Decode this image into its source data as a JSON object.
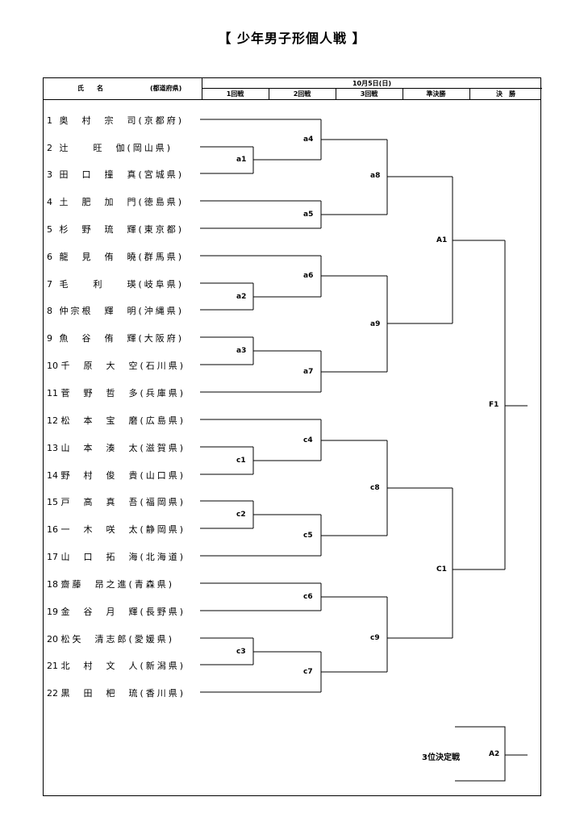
{
  "title": "【 少年男子形個人戦 】",
  "header": {
    "col_name": "氏　　名",
    "col_pref": "(都道府県)",
    "date": "10月5日(日)",
    "rounds": [
      "1回戦",
      "2回戦",
      "3回戦",
      "準決勝",
      "決　勝"
    ]
  },
  "players": [
    {
      "no": "1",
      "name": "奥　村　宗　司",
      "pref": "(京都府)"
    },
    {
      "no": "2",
      "name": "辻　　旺　伽",
      "pref": "(岡山県)"
    },
    {
      "no": "3",
      "name": "田　口　撞　真",
      "pref": "(宮城県)"
    },
    {
      "no": "4",
      "name": "土　肥　加　門",
      "pref": "(徳島県)"
    },
    {
      "no": "5",
      "name": "杉　野　琉　輝",
      "pref": "(東京都)"
    },
    {
      "no": "6",
      "name": "龍　見　侑　曉",
      "pref": "(群馬県)"
    },
    {
      "no": "7",
      "name": "毛　　利　　瑛",
      "pref": "(岐阜県)"
    },
    {
      "no": "8",
      "name": "仲宗根　輝　明",
      "pref": "(沖縄県)"
    },
    {
      "no": "9",
      "name": "魚　谷　侑　輝",
      "pref": "(大阪府)"
    },
    {
      "no": "10",
      "name": "千　原　大　空",
      "pref": "(石川県)"
    },
    {
      "no": "11",
      "name": "菅　野　哲　多",
      "pref": "(兵庫県)"
    },
    {
      "no": "12",
      "name": "松　本　宝　磨",
      "pref": "(広島県)"
    },
    {
      "no": "13",
      "name": "山　本　湊　太",
      "pref": "(滋賀県)"
    },
    {
      "no": "14",
      "name": "野　村　俊　貴",
      "pref": "(山口県)"
    },
    {
      "no": "15",
      "name": "戸　高　真　吾",
      "pref": "(福岡県)"
    },
    {
      "no": "16",
      "name": "一　木　咲　太",
      "pref": "(静岡県)"
    },
    {
      "no": "17",
      "name": "山　口　拓　海",
      "pref": "(北海道)"
    },
    {
      "no": "18",
      "name": "齋藤　昂之進",
      "pref": "(青森県)"
    },
    {
      "no": "19",
      "name": "金　谷　月　輝",
      "pref": "(長野県)"
    },
    {
      "no": "20",
      "name": "松矢　清志郎",
      "pref": "(愛媛県)"
    },
    {
      "no": "21",
      "name": "北　村　文　人",
      "pref": "(新潟県)"
    },
    {
      "no": "22",
      "name": "黒　田　杷　琉",
      "pref": "(香川県)"
    }
  ],
  "matches": {
    "a1": "a1",
    "a2": "a2",
    "a3": "a3",
    "a4": "a4",
    "a5": "a5",
    "a6": "a6",
    "a7": "a7",
    "a8": "a8",
    "a9": "a9",
    "A1": "A1",
    "c1": "c1",
    "c2": "c2",
    "c3": "c3",
    "c4": "c4",
    "c5": "c5",
    "c6": "c6",
    "c7": "c7",
    "c8": "c8",
    "c9": "c9",
    "C1": "C1",
    "F1": "F1",
    "A2": "A2"
  },
  "third_place_label": "3位決定戦"
}
